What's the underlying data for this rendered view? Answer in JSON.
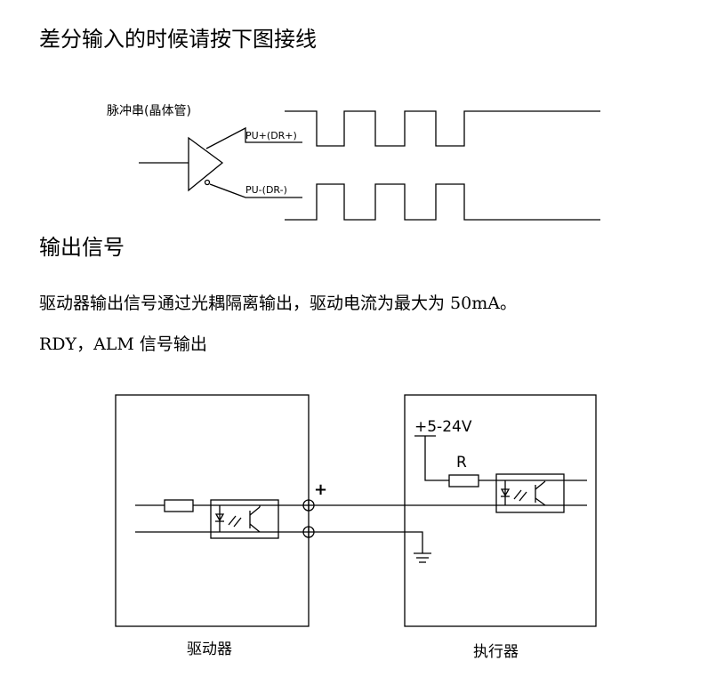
{
  "heading_diff": "差分输入的时候请按下图接线",
  "diff_diagram": {
    "pulse_label": "脉冲串(晶体管)",
    "pu_plus": "PU+(DR+)",
    "pu_minus": "PU-(DR-)"
  },
  "heading_output": "输出信号",
  "output_text": {
    "line1": "驱动器输出信号通过光耦隔离输出，驱动电流为最大为 50mA。",
    "line2": "RDY，ALM 信号输出"
  },
  "output_diagram": {
    "plus_sign": "+",
    "voltage": "+5-24V",
    "resistor": "R",
    "driver_label": "驱动器",
    "actuator_label": "执行器"
  }
}
